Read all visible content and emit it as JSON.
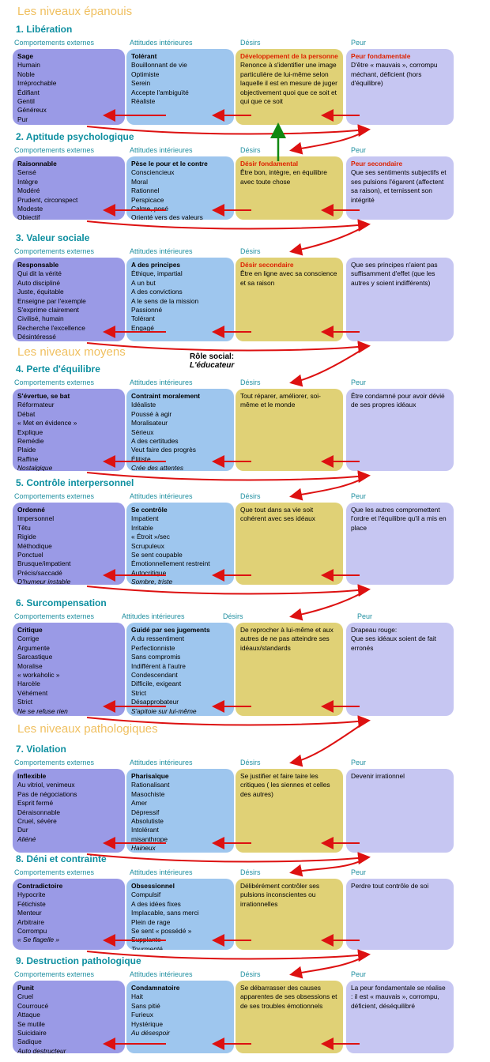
{
  "sections": [
    {
      "label": "Les niveaux épanouis"
    },
    {
      "label": "Les niveaux moyens"
    },
    {
      "label": "Les niveaux pathologiques"
    }
  ],
  "role_social": {
    "label": "Rôle social:",
    "value": "L'éducateur"
  },
  "levels": [
    {
      "title": "1.  Libération",
      "headers": [
        "Comportements externes",
        "Attitudes intérieures",
        "Désirs",
        "Peur"
      ],
      "boxes": [
        {
          "title": "Sage",
          "title_red": false,
          "lines": [
            "Humain",
            "Noble",
            "Irréprochable",
            "Édifiant",
            "Gentil",
            "Généreux",
            "Pur"
          ],
          "italic": ""
        },
        {
          "title": "Tolérant",
          "title_red": false,
          "lines": [
            "Bouillonnant de vie",
            "Optimiste",
            "Serein",
            "Accepte l'ambiguïté",
            "Réaliste"
          ],
          "italic": ""
        },
        {
          "title": "Développement de la personne",
          "title_red": true,
          "lines": [
            "Renonce à s'identifier une image particulière de lui-même selon laquelle il est en mesure de juger objectivement quoi que ce soit et qui que ce soit"
          ],
          "italic": ""
        },
        {
          "title": "Peur fondamentale",
          "title_red": true,
          "lines": [
            "D'être « mauvais », corrompu méchant, déficient (hors d'équilibre)"
          ],
          "italic": ""
        }
      ]
    },
    {
      "title": "2.  Aptitude psychologique",
      "headers": [
        "Comportements externes",
        "Attitudes intérieures",
        "Désirs",
        "Peur"
      ],
      "boxes": [
        {
          "title": "Raisonnable",
          "title_red": false,
          "lines": [
            "Sensé",
            "Intègre",
            "Modéré",
            "Prudent, circonspect",
            "Modeste",
            "Objectif"
          ],
          "italic": ""
        },
        {
          "title": "Pèse le pour et le contre",
          "title_red": false,
          "lines": [
            "Consciencieux",
            "Moral",
            "Rationnel",
            "Perspicace",
            "Calme, posé",
            "Orienté vers des valeurs"
          ],
          "italic": ""
        },
        {
          "title": "Désir fondamental",
          "title_red": true,
          "lines": [
            "Être bon, intègre, en équilibre avec toute chose"
          ],
          "italic": ""
        },
        {
          "title": "Peur secondaire",
          "title_red": true,
          "lines": [
            "Que ses sentiments subjectifs et ses pulsions l'égarent (affectent sa raison), et ternissent son intégrité"
          ],
          "italic": ""
        }
      ]
    },
    {
      "title": "3.  Valeur sociale",
      "headers": [
        "Comportements externes",
        "Attitudes intérieures",
        "Désirs",
        ""
      ],
      "boxes": [
        {
          "title": "Responsable",
          "title_red": false,
          "lines": [
            "Qui dit la vérité",
            "Auto discipliné",
            "Juste, équitable",
            "Enseigne par l'exemple",
            "S'exprime clairement",
            "Civilisé, humain",
            "Recherche l'excellence",
            "Désintéressé"
          ],
          "italic": ""
        },
        {
          "title": "A des principes",
          "title_red": false,
          "lines": [
            "Éthique, impartial",
            "A un but",
            "A des convictions",
            "A le sens de la mission",
            "Passionné",
            "Tolérant",
            "Engagé"
          ],
          "italic": ""
        },
        {
          "title": "Désir secondaire",
          "title_red": true,
          "lines": [
            "Être en ligne avec sa conscience et sa raison"
          ],
          "italic": ""
        },
        {
          "title": "",
          "title_red": false,
          "lines": [
            "Que ses principes n'aient pas suffisamment d'effet (que les autres y soient indifférents)"
          ],
          "italic": ""
        }
      ]
    },
    {
      "title": "4.  Perte d'équilibre",
      "headers": [
        "Comportements externes",
        "Attitudes intérieures",
        "Désirs",
        "Peur"
      ],
      "boxes": [
        {
          "title": "S'évertue, se bat",
          "title_red": false,
          "lines": [
            "Réformateur",
            "Débat",
            "« Met en évidence »",
            "Explique",
            "Remédie",
            "Plaide",
            "Raffine"
          ],
          "italic": "Nostalgique"
        },
        {
          "title": "Contraint moralement",
          "title_red": false,
          "lines": [
            "Idéaliste",
            "Poussé à agir",
            "Moralisateur",
            "Sérieux",
            "A des certitudes",
            "Veut faire des progrès",
            "Élitiste"
          ],
          "italic": "Crée des attentes"
        },
        {
          "title": "",
          "title_red": false,
          "lines": [
            "Tout réparer, améliorer, soi-même et le monde"
          ],
          "italic": ""
        },
        {
          "title": "",
          "title_red": false,
          "lines": [
            "Être condamné pour avoir dévié de ses propres idéaux"
          ],
          "italic": ""
        }
      ]
    },
    {
      "title": "5.  Contrôle interpersonnel",
      "headers": [
        "Comportements externes",
        "Attitudes intérieures",
        "Désirs",
        "Peur"
      ],
      "boxes": [
        {
          "title": "Ordonné",
          "title_red": false,
          "lines": [
            "Impersonnel",
            "Têtu",
            "Rigide",
            "Méthodique",
            "Ponctuel",
            "Brusque/impatient",
            "Précis/saccadé"
          ],
          "italic": "D'humeur instable"
        },
        {
          "title": "Se contrôle",
          "title_red": false,
          "lines": [
            "Impatient",
            "Irritable",
            "« Étroit »/sec",
            "Scrupuleux",
            "Se sent coupable",
            "Émotionnellement restreint",
            "Autocritique"
          ],
          "italic": "Sombre, triste"
        },
        {
          "title": "",
          "title_red": false,
          "lines": [
            "Que tout dans sa vie soit cohérent avec ses idéaux"
          ],
          "italic": ""
        },
        {
          "title": "",
          "title_red": false,
          "lines": [
            "Que les autres compromettent l'ordre et l'équilibre qu'il a mis en place"
          ],
          "italic": ""
        }
      ]
    },
    {
      "title": "6.  Surcompensation",
      "headers": [
        "Comportements externes",
        "Attitudes intérieures",
        "Désirs",
        "Peur"
      ],
      "boxes": [
        {
          "title": "Critique",
          "title_red": false,
          "lines": [
            "Corrige",
            "Argumente",
            "Sarcastique",
            "Moralise",
            "« workaholic »",
            "Harcèle",
            "Véhément",
            "Strict"
          ],
          "italic": "Ne se refuse rien"
        },
        {
          "title": "Guidé par ses jugements",
          "title_red": false,
          "lines": [
            "A du ressentiment",
            "Perfectionniste",
            "Sans compromis",
            "Indifférent à l'autre",
            "Condescendant",
            "Difficile, exigeant",
            "Strict",
            "Désapprobateur"
          ],
          "italic": "S'apitoie sur lui-même"
        },
        {
          "title": "",
          "title_red": false,
          "lines": [
            "De reprocher à lui-même et aux autres de ne pas atteindre ses idéaux/standards"
          ],
          "italic": ""
        },
        {
          "title": "",
          "title_red": false,
          "lines": [
            "Drapeau rouge:",
            "Que ses idéaux soient de fait erronés"
          ],
          "italic": ""
        }
      ]
    },
    {
      "title": "7. Violation",
      "headers": [
        "Comportements externes",
        "Attitudes intérieures",
        "Désirs",
        "Peur"
      ],
      "boxes": [
        {
          "title": "Inflexible",
          "title_red": false,
          "lines": [
            "Au vitriol, venimeux",
            "Pas de négociations",
            "Esprit fermé",
            "Déraisonnable",
            "Cruel, sévère",
            "Dur"
          ],
          "italic": "Aliéné"
        },
        {
          "title": "Pharisaïque",
          "title_red": false,
          "lines": [
            "Rationalisant",
            "Masochiste",
            "Amer",
            "Dépressif",
            "Absolutiste",
            "Intolérant",
            "misanthrope"
          ],
          "italic": "Haineux"
        },
        {
          "title": "",
          "title_red": false,
          "lines": [
            "Se justifier et faire taire les critiques ( les siennes et celles des autres)"
          ],
          "italic": ""
        },
        {
          "title": "",
          "title_red": false,
          "lines": [
            "Devenir irrationnel"
          ],
          "italic": ""
        }
      ]
    },
    {
      "title": "8.  Déni et contrainte",
      "headers": [
        "Comportements externes",
        "Attitudes intérieures",
        "Désirs",
        "Peur"
      ],
      "boxes": [
        {
          "title": "Contradictoire",
          "title_red": false,
          "lines": [
            "Hypocrite",
            "Fétichiste",
            "Menteur",
            "Arbitraire",
            "Corrompu"
          ],
          "italic": "« Se flagelle »"
        },
        {
          "title": "Obsessionnel",
          "title_red": false,
          "lines": [
            "Compulsif",
            "A des idées fixes",
            "Implacable, sans merci",
            "Plein de rage",
            "Se sent « possédé »",
            "Supplante"
          ],
          "italic": "Tourmenté"
        },
        {
          "title": "",
          "title_red": false,
          "lines": [
            "Délibérément contrôler ses pulsions inconscientes ou irrationnelles"
          ],
          "italic": ""
        },
        {
          "title": "",
          "title_red": false,
          "lines": [
            "Perdre tout contrôle de soi"
          ],
          "italic": ""
        }
      ]
    },
    {
      "title": "9.  Destruction pathologique",
      "headers": [
        "Comportements externes",
        "Attitudes intérieures",
        "Désirs",
        "Peur"
      ],
      "boxes": [
        {
          "title": "Punit",
          "title_red": false,
          "lines": [
            "Cruel",
            "Courroucé",
            "Attaque",
            "Se mutile",
            "Suicidaire",
            "Sadique"
          ],
          "italic": "Auto destructeur"
        },
        {
          "title": "Condamnatoire",
          "title_red": false,
          "lines": [
            "Hait",
            "Sans pitié",
            "Furieux",
            "Hystérique"
          ],
          "italic": "Au désespoir"
        },
        {
          "title": "",
          "title_red": false,
          "lines": [
            "Se débarrasser des causes apparentes de ses obsessions et de ses troubles émotionnels"
          ],
          "italic": ""
        },
        {
          "title": "",
          "title_red": false,
          "lines": [
            "La peur fondamentale se réalise : il est « mauvais », corrompu, déficient, déséquilibré"
          ],
          "italic": ""
        }
      ]
    }
  ]
}
